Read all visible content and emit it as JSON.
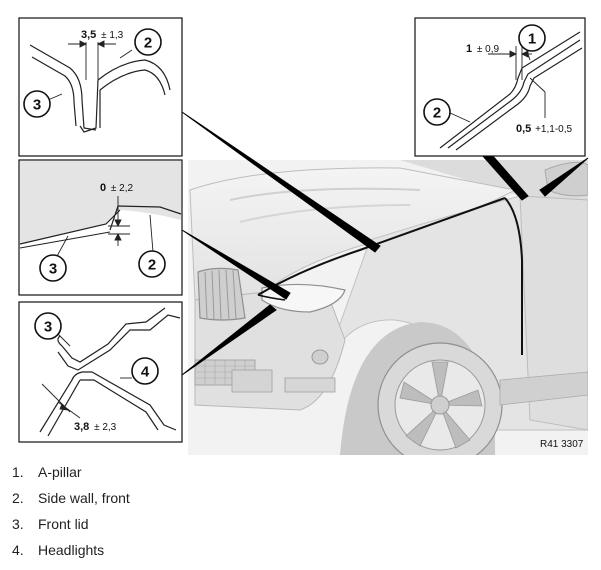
{
  "figure": {
    "reference_code": "R41 3307",
    "callouts": {
      "detail_tl_left": "3",
      "detail_tl_right": "2",
      "detail_ml_left": "3",
      "detail_ml_right": "2",
      "detail_bl_top": "3",
      "detail_bl_right": "4",
      "detail_tr_top": "1",
      "detail_tr_left": "2"
    },
    "dimensions": {
      "tl": {
        "value": "3,5",
        "tolerance": "± 1,3"
      },
      "ml": {
        "value": "0",
        "tolerance": "± 2,2"
      },
      "bl": {
        "value": "3,8",
        "tolerance": "± 2,3"
      },
      "tr_a": {
        "value": "1",
        "tolerance": "± 0,9"
      },
      "tr_b": {
        "value": "0,5",
        "tolerance": "+1,1-0,5"
      }
    }
  },
  "legend": [
    {
      "num": "1.",
      "label": "A-pillar"
    },
    {
      "num": "2.",
      "label": "Side wall, front"
    },
    {
      "num": "3.",
      "label": "Front lid"
    },
    {
      "num": "4.",
      "label": "Headlights"
    }
  ]
}
